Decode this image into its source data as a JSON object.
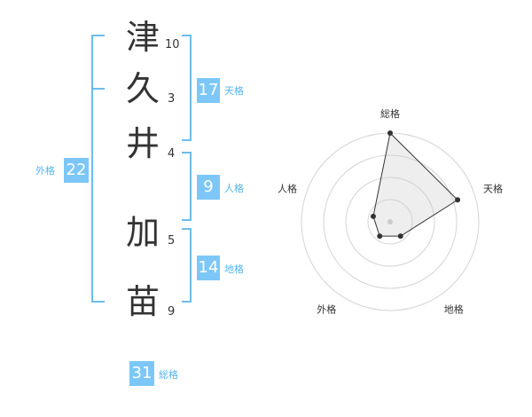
{
  "name": {
    "chars": [
      {
        "char": "津",
        "strokes": "10"
      },
      {
        "char": "久",
        "strokes": "3"
      },
      {
        "char": "井",
        "strokes": "4"
      },
      {
        "char": "加",
        "strokes": "5"
      },
      {
        "char": "苗",
        "strokes": "9"
      }
    ]
  },
  "kaku": {
    "tenkaku": {
      "label": "天格",
      "value": "17"
    },
    "jinkaku": {
      "label": "人格",
      "value": "9"
    },
    "chikaku": {
      "label": "地格",
      "value": "14"
    },
    "gaikaku": {
      "label": "外格",
      "value": "22"
    },
    "soukaku": {
      "label": "総格",
      "value": "31"
    }
  },
  "colors": {
    "accent": "#7cc7f7",
    "accent_text": "#55b4ef",
    "bracket": "#6cbcf0",
    "text": "#333333"
  },
  "chart_data": {
    "type": "radar",
    "axes": [
      "総格",
      "天格",
      "地格",
      "外格",
      "人格"
    ],
    "values": [
      5,
      4,
      1,
      1,
      1
    ],
    "rmax": 5,
    "rings": 4
  }
}
